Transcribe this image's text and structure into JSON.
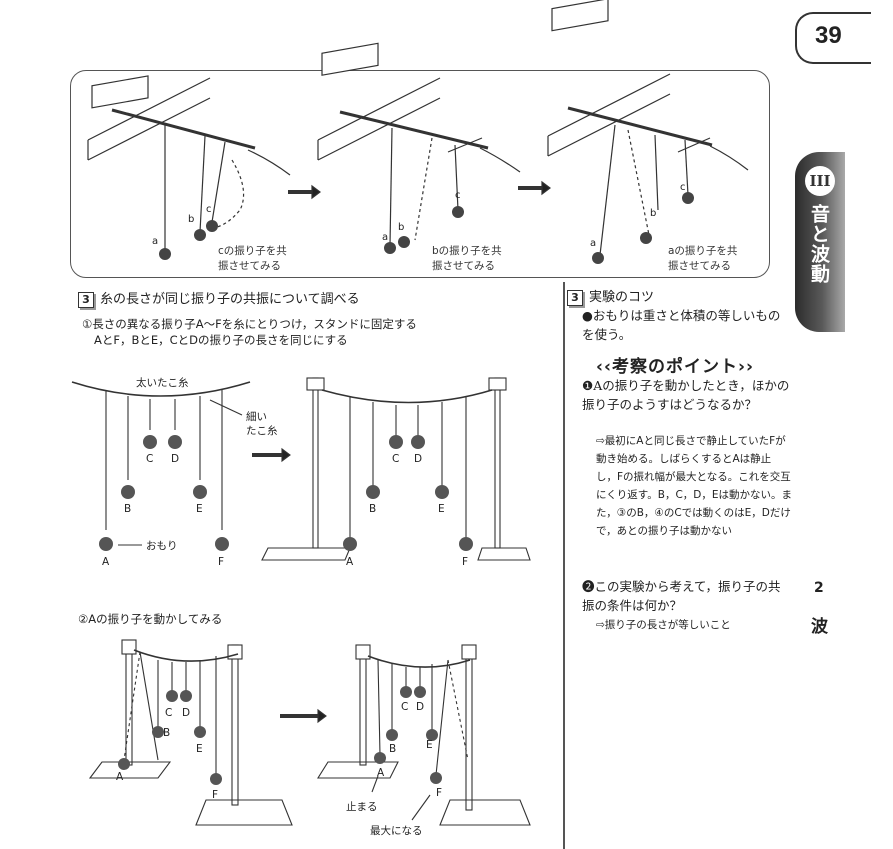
{
  "page_number": "39",
  "chapter_tab": {
    "number": "III",
    "title": "音と波動"
  },
  "top_captions": [
    "cの振り子を共\n振させてみる",
    "bの振り子を共\n振させてみる",
    "aの振り子を共\n振させてみる"
  ],
  "pendulum_labels": {
    "a": "a",
    "b": "b",
    "c": "c"
  },
  "section": {
    "number": "3",
    "heading": "糸の長さが同じ振り子の共振について調べる",
    "step1_line1": "①長さの異なる振り子A～Fを糸にとりつけ，スタンドに固定する",
    "step1_line2": "AとF，BとE，CとDの振り子の長さを同じにする",
    "step2": "②Aの振り子を動かしてみる"
  },
  "figure_labels": {
    "thick_string": "太いたこ糸",
    "thin_string_1": "細い",
    "thin_string_2": "たこ糸",
    "weight": "おもり",
    "stops": "止まる",
    "max": "最大になる",
    "A": "A",
    "B": "B",
    "C": "C",
    "D": "D",
    "E": "E",
    "F": "F"
  },
  "tips": {
    "number": "3",
    "heading": "実験のコツ",
    "body": "●おもりは重さと体積の等しいものを使う。"
  },
  "insight": {
    "title": "考察のポイント",
    "q1": "❶Aの振り子を動かしたとき，ほかの振り子のようすはどうなるか？",
    "a1": "⇨最初にAと同じ長さで静止していたFが動き始める。しばらくするとAは静止し，Fの振れ幅が最大となる。これを交互にくり返す。B，C，D，Eは動かない。また，③のB，④のCでは動くのはE，Dだけで，あとの振り子は動かない",
    "q2": "❷この実験から考えて，振り子の共振の条件は何か？",
    "a2": "⇨振り子の長さが等しいこと"
  },
  "side": {
    "number": "2",
    "word": "波"
  }
}
